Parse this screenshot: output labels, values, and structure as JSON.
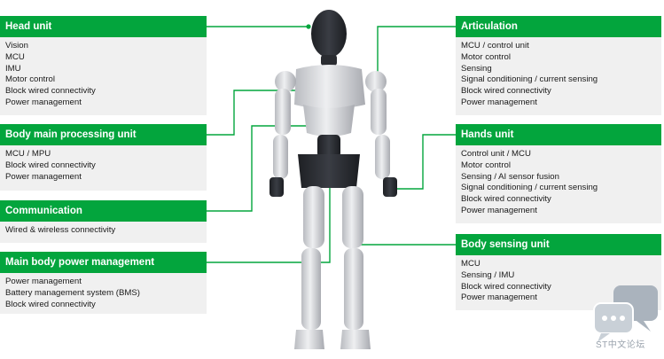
{
  "colors": {
    "accent_green": "#03a53d",
    "panel_body": "#f0f0f0",
    "text_dark": "#1a1a1a",
    "robot_silver": "#d9d9dc",
    "robot_dark": "#2c2e33"
  },
  "panels": {
    "head_unit": {
      "title": "Head unit",
      "items": [
        "Vision",
        "MCU",
        "IMU",
        "Motor control",
        "Block wired connectivity",
        "Power management"
      ]
    },
    "body_main_processing": {
      "title": "Body main processing unit",
      "items": [
        "MCU / MPU",
        "Block wired connectivity",
        "Power management"
      ]
    },
    "communication": {
      "title": "Communication",
      "items": [
        "Wired & wireless connectivity"
      ]
    },
    "main_body_power": {
      "title": "Main body power management",
      "items": [
        "Power management",
        "Battery management system (BMS)",
        "Block wired connectivity"
      ]
    },
    "articulation": {
      "title": "Articulation",
      "items": [
        "MCU / control unit",
        "Motor control",
        "Sensing",
        "Signal conditioning / current sensing",
        "Block wired connectivity",
        "Power management"
      ]
    },
    "hands_unit": {
      "title": "Hands unit",
      "items": [
        "Control unit / MCU",
        "Motor control",
        "Sensing / AI sensor fusion",
        "Signal conditioning / current sensing",
        "Block wired connectivity",
        "Power management"
      ]
    },
    "body_sensing": {
      "title": "Body sensing unit",
      "items": [
        "MCU",
        "Sensing / IMU",
        "Block wired connectivity",
        "Power management"
      ]
    }
  },
  "watermark": {
    "icon": "chat-bubbles-icon",
    "text": "ST中文论坛"
  }
}
